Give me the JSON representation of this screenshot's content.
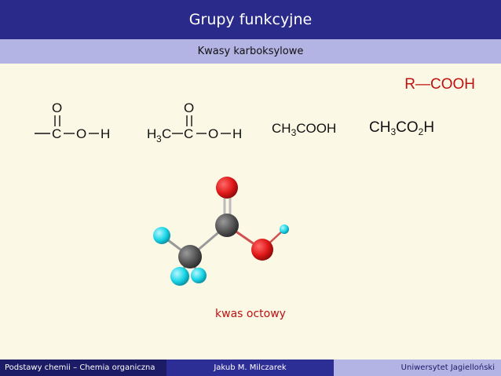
{
  "header": {
    "title": "Grupy funkcyjne",
    "subtitle": "Kwasy karboksylowe"
  },
  "slide": {
    "general_formula": "R—COOH",
    "structure1": {
      "o_top": "O",
      "c": "C",
      "o": "O",
      "h": "H"
    },
    "structure2": {
      "h3c_h": "H",
      "h3c_3": "3",
      "h3c_c": "C",
      "o_top": "O",
      "c": "C",
      "o": "O",
      "h": "H"
    },
    "formula3": {
      "a": "CH",
      "sub": "3",
      "b": "COOH"
    },
    "formula4": {
      "a": "CH",
      "sub1": "3",
      "b": "CO",
      "sub2": "2",
      "c": "H"
    },
    "molecule_label": "kwas octowy"
  },
  "colors": {
    "oxygen": "#e01818",
    "carbon": "#555555",
    "hydrogen": "#19d6e6",
    "accent_red": "#c01010"
  },
  "footer": {
    "left": "Podstawy chemii – Chemia organiczna",
    "center": "Jakub M. Milczarek",
    "right": "Uniwersytet Jagielloński"
  }
}
